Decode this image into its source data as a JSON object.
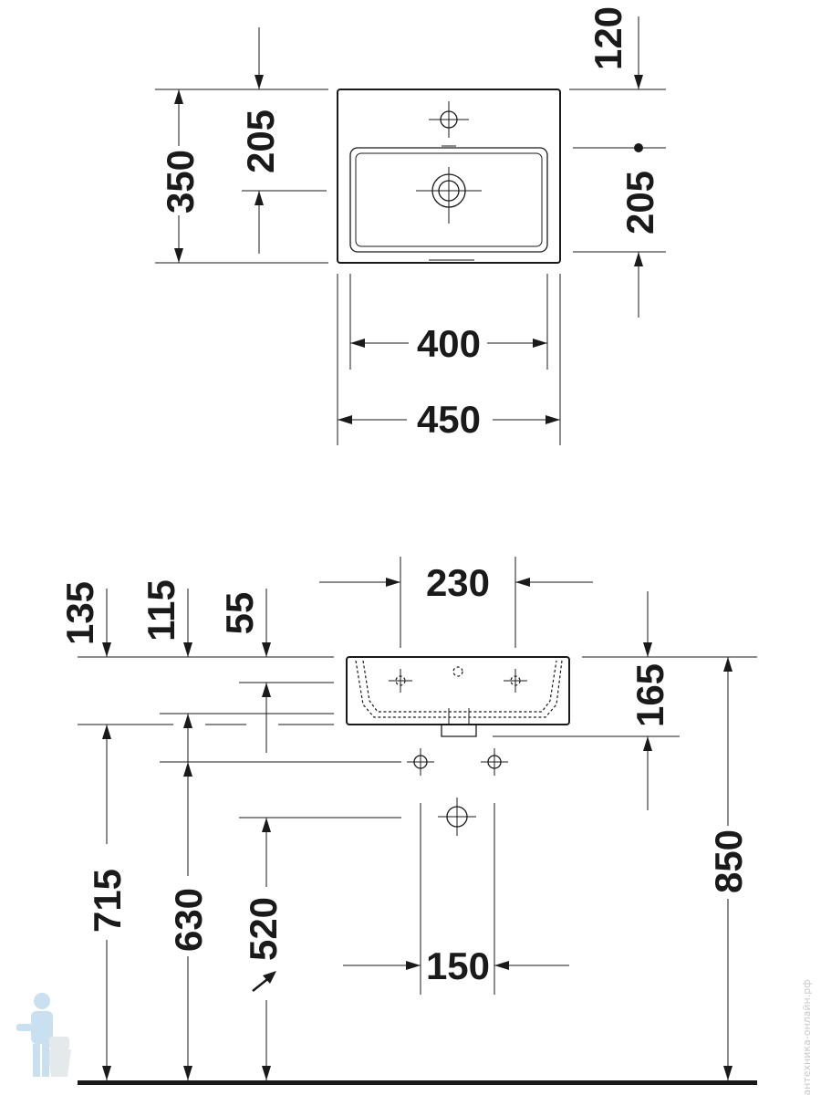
{
  "top_view": {
    "dimensions": {
      "depth_total": "350",
      "tap_to_front": "205",
      "offset_back": "120",
      "hole_to_front": "205",
      "bowl_width": "400",
      "overall_width": "450"
    }
  },
  "front_view": {
    "dimensions": {
      "height_135": "135",
      "height_115": "115",
      "height_55": "55",
      "span_230": "230",
      "bowl_height": "165",
      "height_715": "715",
      "height_630": "630",
      "height_520": "520",
      "span_150": "150",
      "height_850": "850"
    }
  },
  "colors": {
    "line": "#1a1a1a",
    "background": "#ffffff",
    "watermark": "#c9c9c9"
  },
  "watermark_text": "сантехника-онлайн.рф"
}
